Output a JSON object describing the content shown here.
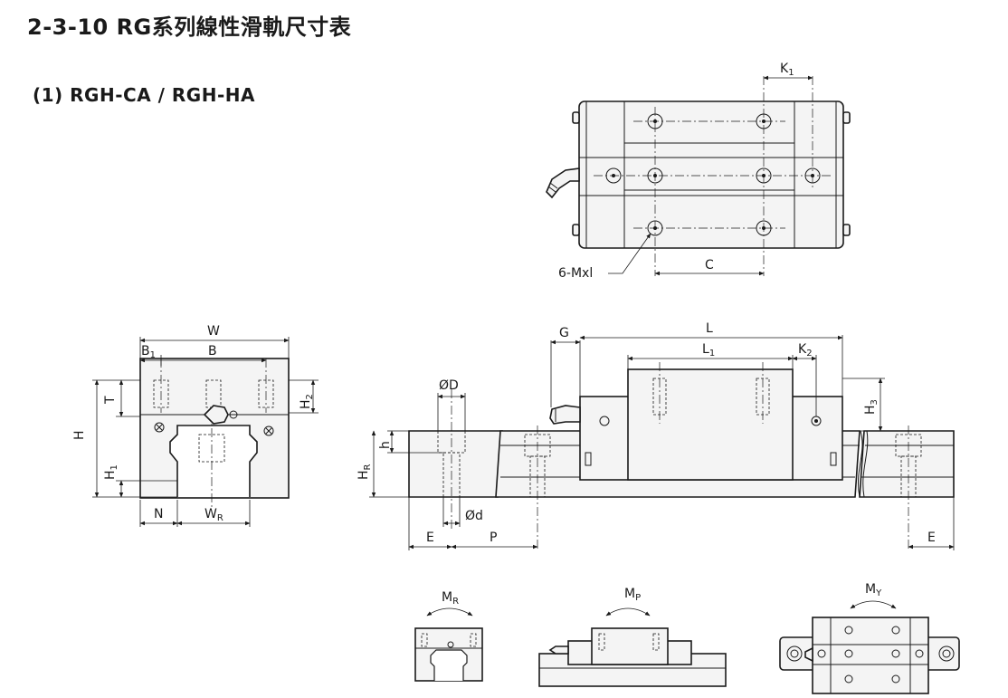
{
  "page": {
    "title": "2-3-10 RG系列線性滑軌尺寸表",
    "subtitle": "(1) RGH-CA / RGH-HA"
  },
  "top_view": {
    "k1": {
      "main": "K",
      "sub": "1"
    },
    "c": "C",
    "hole_callout": "6-Mxl"
  },
  "end_view": {
    "w": "W",
    "b": "B",
    "b1": {
      "main": "B",
      "sub": "1"
    },
    "t": "T",
    "h": "H",
    "h1": {
      "main": "H",
      "sub": "1"
    },
    "h2": {
      "main": "H",
      "sub": "2"
    },
    "n": "N",
    "wr": {
      "main": "W",
      "sub": "R"
    }
  },
  "side_view": {
    "g": "G",
    "l": "L",
    "l1": {
      "main": "L",
      "sub": "1"
    },
    "k2": {
      "main": "K",
      "sub": "2"
    },
    "h3": {
      "main": "H",
      "sub": "3"
    },
    "od_big": "ØD",
    "h_small": "h",
    "hr": {
      "main": "H",
      "sub": "R"
    },
    "od_small": "Ød",
    "e_left": "E",
    "p": "P",
    "e_right": "E"
  },
  "moments": {
    "mr": {
      "main": "M",
      "sub": "R"
    },
    "mp": {
      "main": "M",
      "sub": "P"
    },
    "my": {
      "main": "M",
      "sub": "Y"
    }
  }
}
